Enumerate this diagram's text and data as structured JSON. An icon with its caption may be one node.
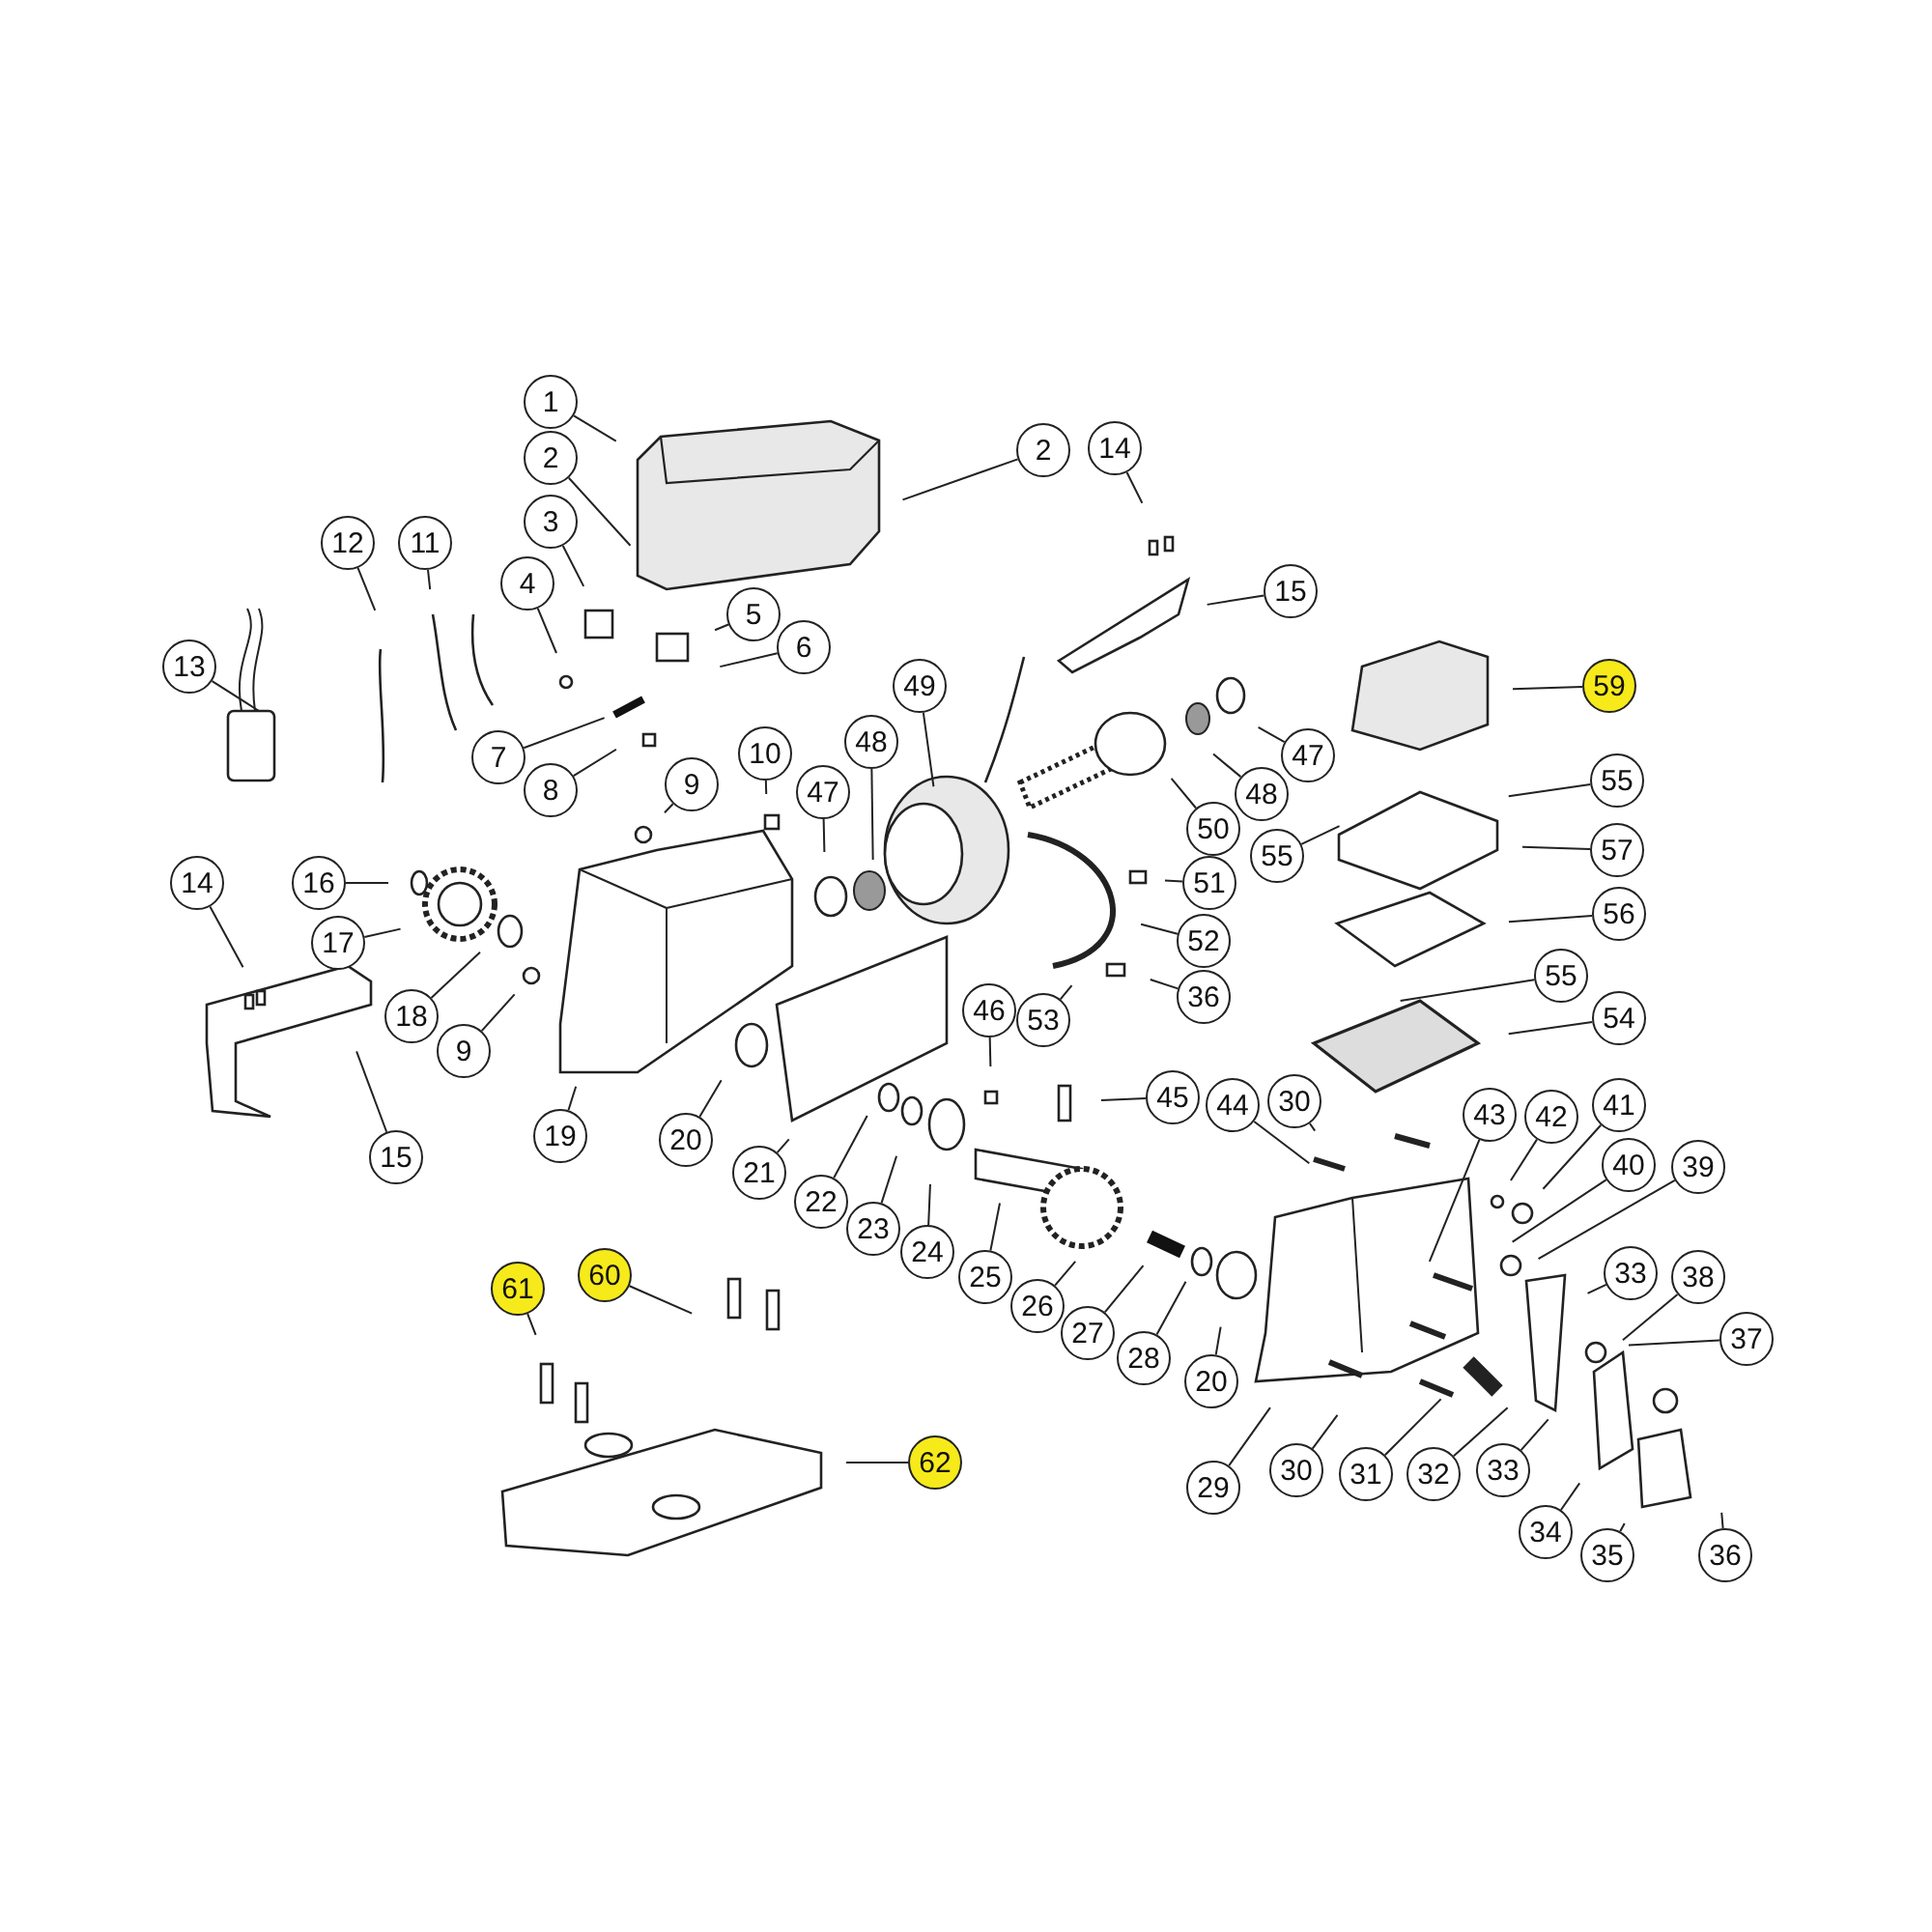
{
  "diagram": {
    "nodes": [
      {
        "text": [
          "1"
        ]
      },
      {
        "text": [
          "2"
        ]
      },
      {
        "text": [
          "2"
        ]
      },
      {
        "text": [
          "3"
        ]
      },
      {
        "text": [
          "4"
        ]
      },
      {
        "text": [
          "5"
        ]
      },
      {
        "text": [
          "6"
        ]
      },
      {
        "text": [
          "7"
        ]
      },
      {
        "text": [
          "8"
        ]
      },
      {
        "text": [
          "9"
        ]
      },
      {
        "text": [
          "10"
        ]
      },
      {
        "text": [
          "11"
        ]
      },
      {
        "text": [
          "12"
        ]
      },
      {
        "text": [
          "13"
        ]
      },
      {
        "text": [
          "14"
        ]
      },
      {
        "text": [
          "15"
        ]
      },
      {
        "text": [
          "16"
        ]
      },
      {
        "text": [
          "17"
        ]
      },
      {
        "text": [
          "18"
        ]
      },
      {
        "text": [
          "9"
        ]
      },
      {
        "text": [
          "19"
        ]
      },
      {
        "text": [
          "20"
        ]
      },
      {
        "text": [
          "21"
        ]
      },
      {
        "text": [
          "22"
        ]
      },
      {
        "text": [
          "23"
        ]
      },
      {
        "text": [
          "24"
        ]
      },
      {
        "text": [
          "25"
        ]
      },
      {
        "text": [
          "26"
        ]
      },
      {
        "text": [
          "27"
        ]
      },
      {
        "text": [
          "28"
        ]
      },
      {
        "text": [
          "20"
        ]
      },
      {
        "text": [
          "14"
        ]
      },
      {
        "text": [
          "15"
        ]
      },
      {
        "text": [
          "49"
        ]
      },
      {
        "text": [
          "48"
        ]
      },
      {
        "text": [
          "47"
        ]
      },
      {
        "text": [
          "50"
        ]
      },
      {
        "text": [
          "48"
        ]
      },
      {
        "text": [
          "47"
        ]
      },
      {
        "text": [
          "59"
        ]
      },
      {
        "text": [
          "55"
        ]
      },
      {
        "text": [
          "55"
        ]
      },
      {
        "text": [
          "57"
        ]
      },
      {
        "text": [
          "56"
        ]
      },
      {
        "text": [
          "55"
        ]
      },
      {
        "text": [
          "54"
        ]
      },
      {
        "text": [
          "51"
        ]
      },
      {
        "text": [
          "52"
        ]
      },
      {
        "text": [
          "53"
        ]
      },
      {
        "text": [
          "36"
        ]
      },
      {
        "text": [
          "46"
        ]
      },
      {
        "text": [
          "45"
        ]
      },
      {
        "text": [
          "44"
        ]
      },
      {
        "text": [
          "30"
        ]
      },
      {
        "text": [
          "43"
        ]
      },
      {
        "text": [
          "42"
        ]
      },
      {
        "text": [
          "41"
        ]
      },
      {
        "text": [
          "40"
        ]
      },
      {
        "text": [
          "39"
        ]
      },
      {
        "text": [
          "33"
        ]
      },
      {
        "text": [
          "38"
        ]
      },
      {
        "text": [
          "37"
        ]
      },
      {
        "text": [
          "33"
        ]
      },
      {
        "text": [
          "32"
        ]
      },
      {
        "text": [
          "31"
        ]
      },
      {
        "text": [
          "30"
        ]
      },
      {
        "text": [
          "29"
        ]
      },
      {
        "text": [
          "34"
        ]
      },
      {
        "text": [
          "35"
        ]
      },
      {
        "text": [
          "36"
        ]
      },
      {
        "text": [
          "60"
        ]
      },
      {
        "text": [
          "61"
        ]
      },
      {
        "text": [
          "62"
        ]
      }
    ],
    "edges": [
      {
        "from": 0,
        "to": null,
        "arrow": "none"
      },
      {
        "from": 1,
        "to": null,
        "arrow": "none"
      },
      {
        "from": 2,
        "to": null,
        "arrow": "none"
      },
      {
        "from": 3,
        "to": null,
        "arrow": "none"
      },
      {
        "from": 4,
        "to": null,
        "arrow": "none"
      },
      {
        "from": 5,
        "to": null,
        "arrow": "none"
      },
      {
        "from": 6,
        "to": null,
        "arrow": "none"
      },
      {
        "from": 7,
        "to": null,
        "arrow": "none"
      },
      {
        "from": 8,
        "to": null,
        "arrow": "none"
      },
      {
        "from": 9,
        "to": null,
        "arrow": "none"
      },
      {
        "from": 10,
        "to": null,
        "arrow": "none"
      },
      {
        "from": 11,
        "to": null,
        "arrow": "none"
      },
      {
        "from": 12,
        "to": null,
        "arrow": "none"
      },
      {
        "from": 13,
        "to": null,
        "arrow": "none"
      },
      {
        "from": 14,
        "to": null,
        "arrow": "none"
      },
      {
        "from": 15,
        "to": null,
        "arrow": "none"
      },
      {
        "from": 16,
        "to": null,
        "arrow": "none"
      },
      {
        "from": 17,
        "to": null,
        "arrow": "none"
      },
      {
        "from": 18,
        "to": null,
        "arrow": "none"
      },
      {
        "from": 19,
        "to": null,
        "arrow": "none"
      },
      {
        "from": 20,
        "to": null,
        "arrow": "none"
      },
      {
        "from": 21,
        "to": null,
        "arrow": "none"
      },
      {
        "from": 22,
        "to": null,
        "arrow": "none"
      },
      {
        "from": 23,
        "to": null,
        "arrow": "none"
      },
      {
        "from": 24,
        "to": null,
        "arrow": "none"
      },
      {
        "from": 25,
        "to": null,
        "arrow": "none"
      },
      {
        "from": 26,
        "to": null,
        "arrow": "none"
      },
      {
        "from": 27,
        "to": null,
        "arrow": "none"
      },
      {
        "from": 28,
        "to": null,
        "arrow": "none"
      },
      {
        "from": 29,
        "to": null,
        "arrow": "none"
      },
      {
        "from": 30,
        "to": null,
        "arrow": "none"
      },
      {
        "from": 31,
        "to": null,
        "arrow": "none"
      },
      {
        "from": 32,
        "to": null,
        "arrow": "none"
      },
      {
        "from": 33,
        "to": null,
        "arrow": "none"
      },
      {
        "from": 34,
        "to": null,
        "arrow": "none"
      },
      {
        "from": 35,
        "to": null,
        "arrow": "none"
      },
      {
        "from": 36,
        "to": null,
        "arrow": "none"
      },
      {
        "from": 37,
        "to": null,
        "arrow": "none"
      },
      {
        "from": 38,
        "to": null,
        "arrow": "none"
      },
      {
        "from": 39,
        "to": null,
        "arrow": "none"
      },
      {
        "from": 40,
        "to": null,
        "arrow": "none"
      },
      {
        "from": 41,
        "to": null,
        "arrow": "none"
      },
      {
        "from": 42,
        "to": null,
        "arrow": "none"
      },
      {
        "from": 43,
        "to": null,
        "arrow": "none"
      },
      {
        "from": 44,
        "to": null,
        "arrow": "none"
      },
      {
        "from": 45,
        "to": null,
        "arrow": "none"
      },
      {
        "from": 46,
        "to": null,
        "arrow": "none"
      },
      {
        "from": 47,
        "to": null,
        "arrow": "none"
      },
      {
        "from": 48,
        "to": null,
        "arrow": "none"
      },
      {
        "from": 49,
        "to": null,
        "arrow": "none"
      },
      {
        "from": 50,
        "to": null,
        "arrow": "none"
      },
      {
        "from": 51,
        "to": null,
        "arrow": "none"
      },
      {
        "from": 52,
        "to": null,
        "arrow": "none"
      },
      {
        "from": 53,
        "to": null,
        "arrow": "none"
      },
      {
        "from": 54,
        "to": null,
        "arrow": "none"
      },
      {
        "from": 55,
        "to": null,
        "arrow": "none"
      },
      {
        "from": 56,
        "to": null,
        "arrow": "none"
      },
      {
        "from": 57,
        "to": null,
        "arrow": "none"
      },
      {
        "from": 58,
        "to": null,
        "arrow": "none"
      },
      {
        "from": 59,
        "to": null,
        "arrow": "none"
      },
      {
        "from": 60,
        "to": null,
        "arrow": "none"
      },
      {
        "from": 61,
        "to": null,
        "arrow": "none"
      },
      {
        "from": 62,
        "to": null,
        "arrow": "none"
      },
      {
        "from": 63,
        "to": null,
        "arrow": "none"
      },
      {
        "from": 64,
        "to": null,
        "arrow": "none"
      },
      {
        "from": 65,
        "to": null,
        "arrow": "none"
      },
      {
        "from": 66,
        "to": null,
        "arrow": "none"
      },
      {
        "from": 67,
        "to": null,
        "arrow": "none"
      },
      {
        "from": 68,
        "to": null,
        "arrow": "none"
      },
      {
        "from": 69,
        "to": null,
        "arrow": "none"
      },
      {
        "from": 70,
        "to": null,
        "arrow": "none"
      },
      {
        "from": 71,
        "to": null,
        "arrow": "none"
      },
      {
        "from": 72,
        "to": null,
        "arrow": "none"
      }
    ]
  }
}
